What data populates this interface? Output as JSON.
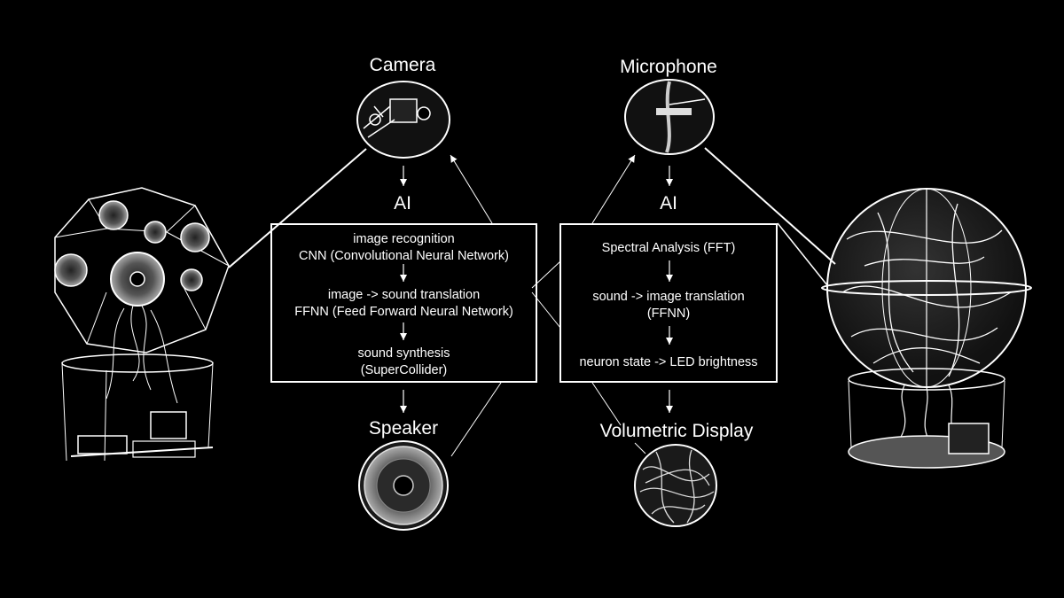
{
  "left_panel": {
    "camera_label": "Camera",
    "ai_label": "AI",
    "steps": {
      "recognition_title": "image recognition",
      "recognition_model": "CNN (Convolutional Neural Network)",
      "translation_title": "image -> sound translation",
      "translation_model": "FFNN (Feed Forward Neural Network)",
      "synthesis_title": "sound synthesis",
      "synthesis_tool": "(SuperCollider)"
    },
    "speaker_label": "Speaker"
  },
  "right_panel": {
    "microphone_label": "Microphone",
    "ai_label": "AI",
    "steps": {
      "analysis": "Spectral Analysis (FFT)",
      "translation_title": "sound -> image translation",
      "translation_model": "(FFNN)",
      "led": "neuron state -> LED brightness"
    },
    "display_label": "Volumetric Display"
  },
  "colors": {
    "background": "#000000",
    "foreground": "#ffffff"
  }
}
